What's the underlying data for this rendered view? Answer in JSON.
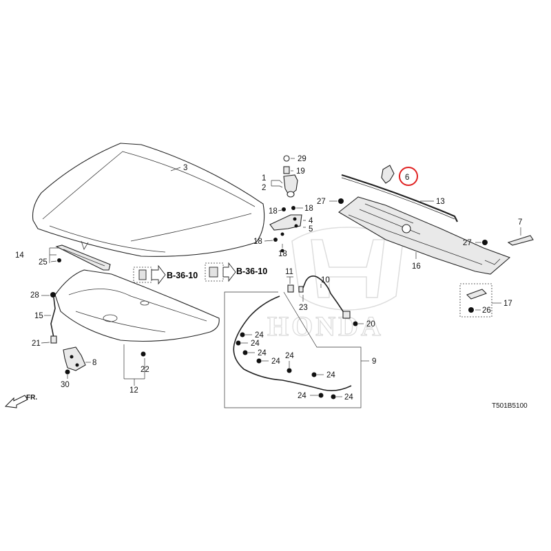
{
  "labels": {
    "p1": "1",
    "p2": "2",
    "p3": "3",
    "p4": "4",
    "p5": "5",
    "p6": "6",
    "p7": "7",
    "p8": "8",
    "p9": "9",
    "p10": "10",
    "p11": "11",
    "p12": "12",
    "p13": "13",
    "p14": "14",
    "p15": "15",
    "p16": "16",
    "p17": "17",
    "p18": "18",
    "p19": "19",
    "p20": "20",
    "p21": "21",
    "p22": "22",
    "p23": "23",
    "p24": "24",
    "p25": "25",
    "p26": "26",
    "p27": "27",
    "p28": "28",
    "p29": "29",
    "p30": "30"
  },
  "references": {
    "ref_a": "B-36-10",
    "ref_b": "B-36-10"
  },
  "direction_label": "FR.",
  "diagram_code": "T501B5100",
  "watermark_text": "HONDA",
  "highlight": {
    "part": "6",
    "color": "#e02020"
  }
}
